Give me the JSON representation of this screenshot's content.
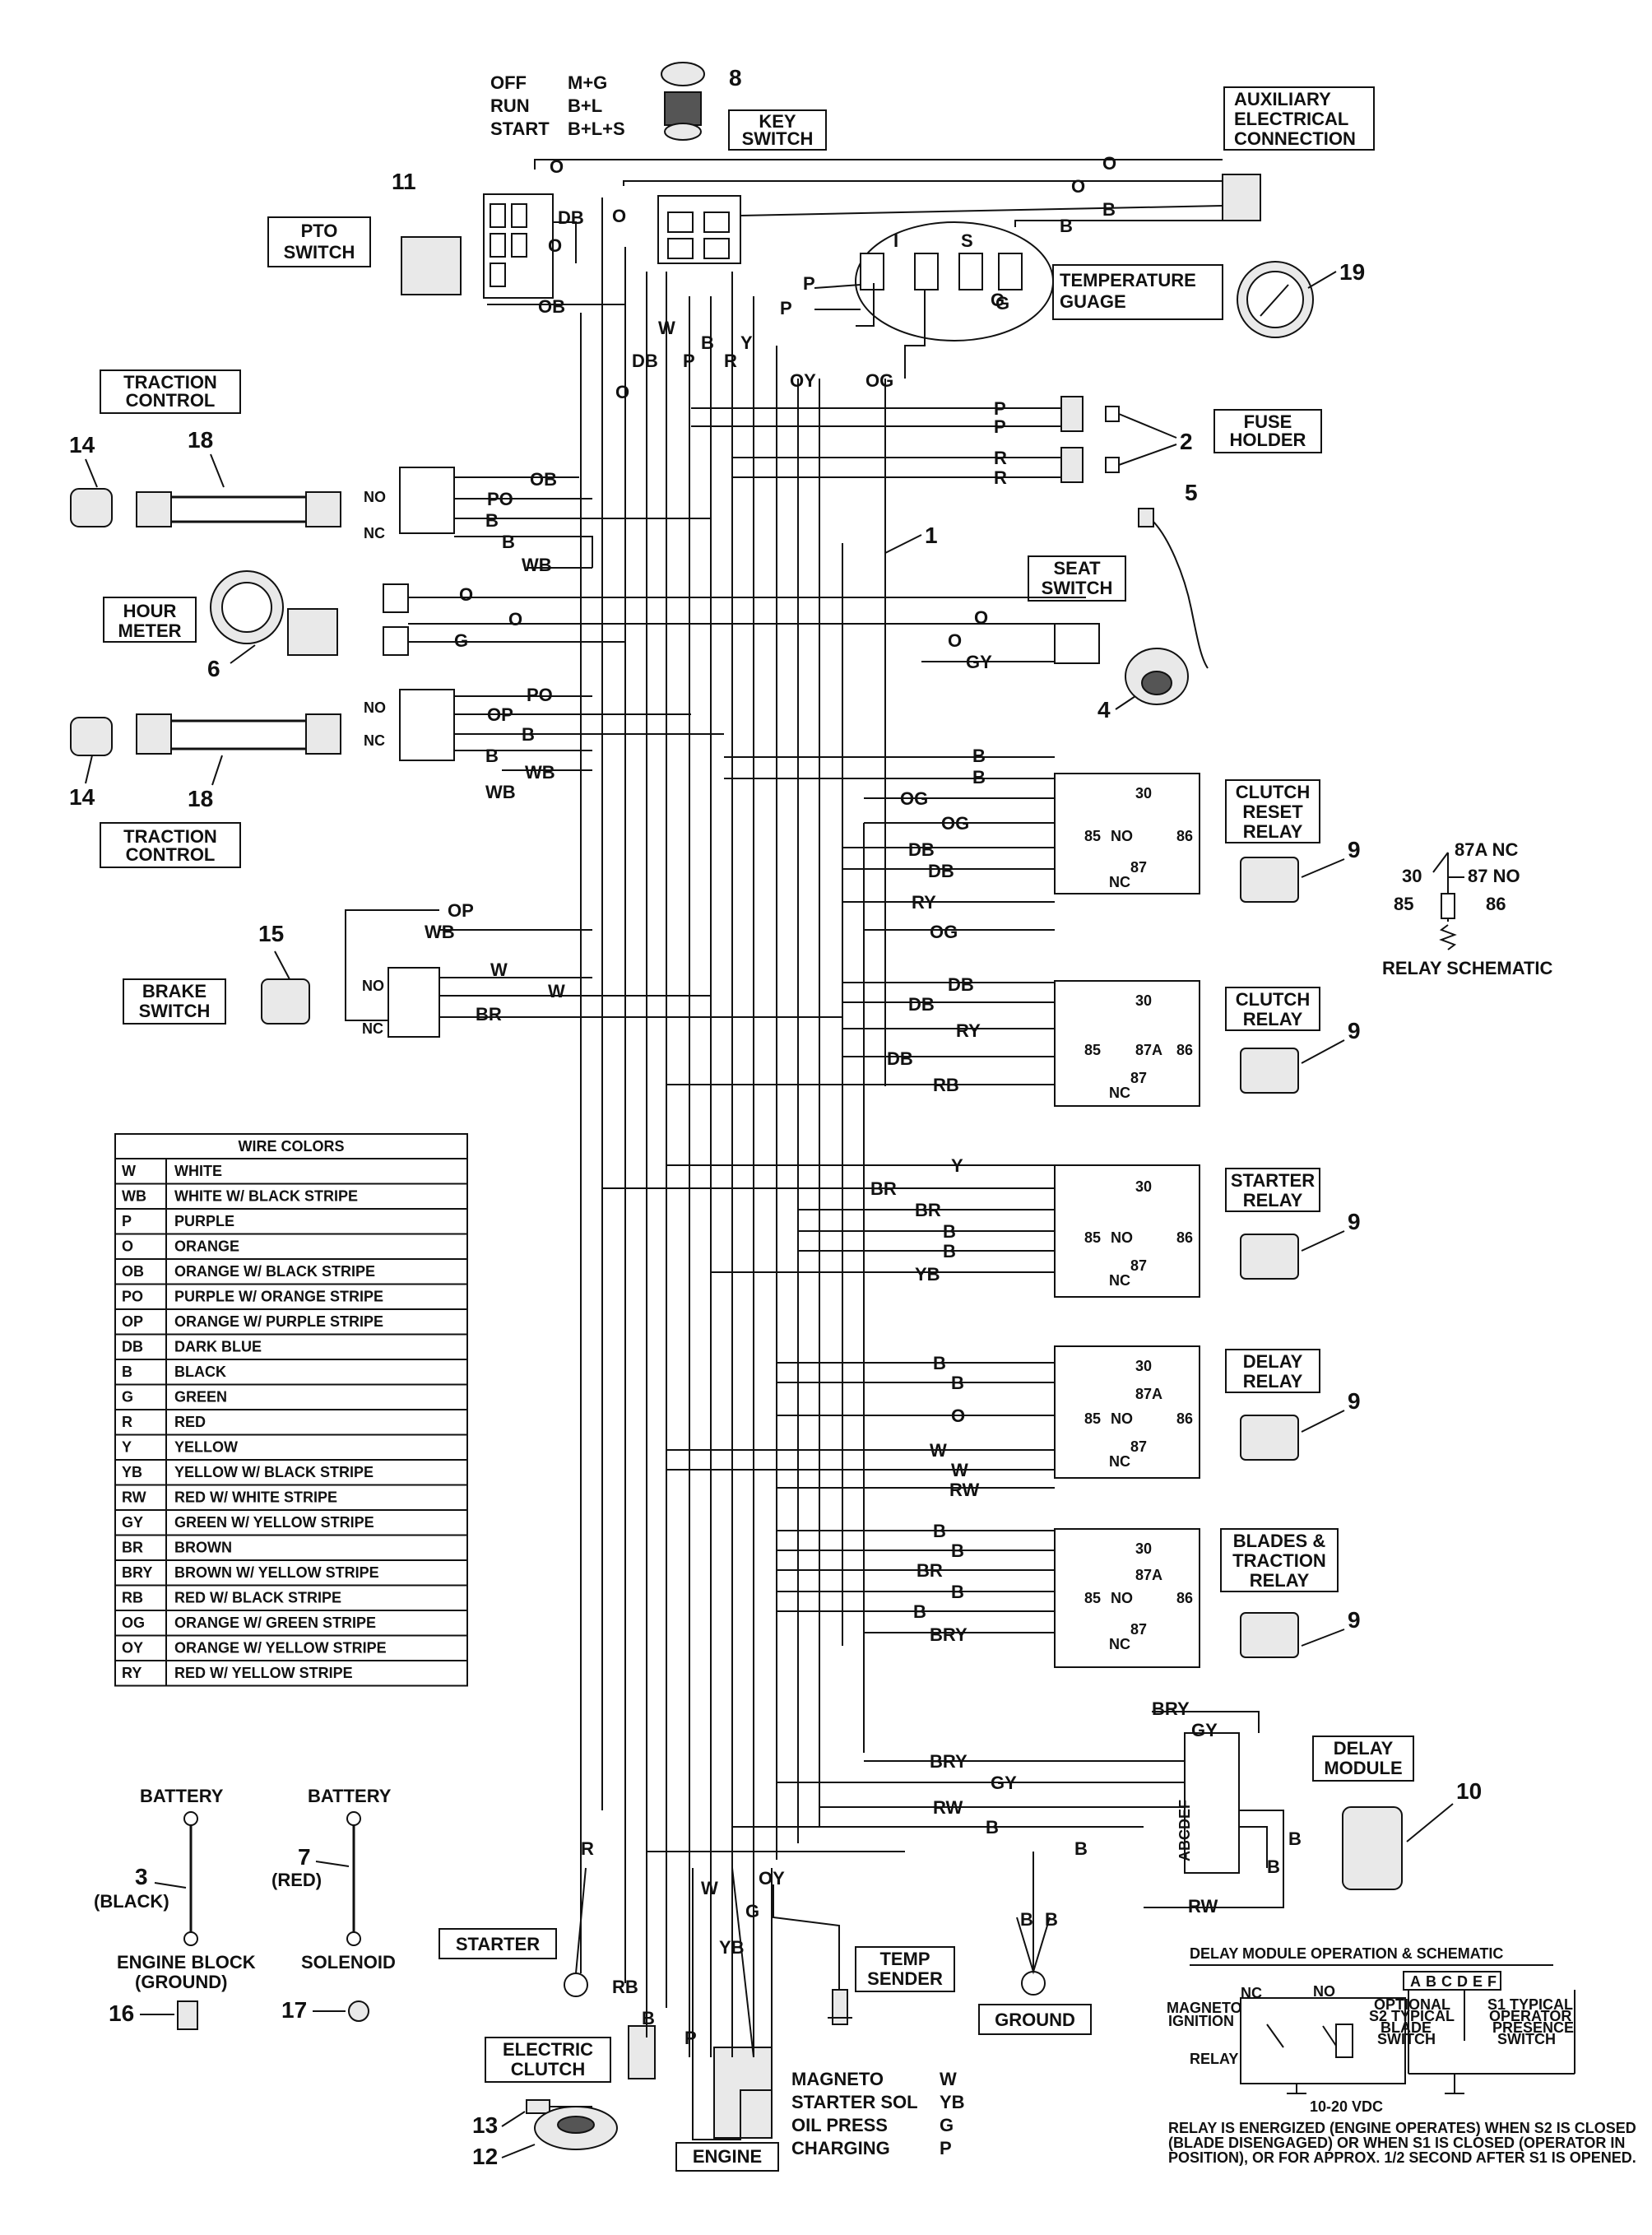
{
  "key_switch": {
    "modes": [
      {
        "mode": "OFF",
        "connection": "M+G"
      },
      {
        "mode": "RUN",
        "connection": "B+L"
      },
      {
        "mode": "START",
        "connection": "B+L+S"
      }
    ],
    "label": [
      "KEY",
      "SWITCH"
    ],
    "number": "8"
  },
  "aux_connection": {
    "label": [
      "AUXILIARY",
      "ELECTRICAL",
      "CONNECTION"
    ]
  },
  "pto_switch": {
    "label": [
      "PTO",
      "SWITCH"
    ],
    "number": "11"
  },
  "temp_gauge": {
    "label": [
      "TEMPERATURE",
      "GUAGE"
    ],
    "number": "19",
    "pins": [
      "I",
      "S",
      "G"
    ]
  },
  "traction_top": {
    "label": [
      "TRACTION",
      "CONTROL"
    ],
    "num_sensor": "14",
    "num_harness": "18"
  },
  "traction_bottom": {
    "label": [
      "TRACTION",
      "CONTROL"
    ],
    "num_sensor": "14",
    "num_harness": "18"
  },
  "fuse_holder": {
    "label": [
      "FUSE",
      "HOLDER"
    ],
    "number": "2"
  },
  "harness_number": "1",
  "seat_switch": {
    "label": [
      "SEAT",
      "SWITCH"
    ],
    "num_switch": "4",
    "num_harness": "5"
  },
  "hour_meter": {
    "label": [
      "HOUR",
      "METER"
    ],
    "number": "6"
  },
  "brake_switch": {
    "label": [
      "BRAKE",
      "SWITCH"
    ],
    "number": "15"
  },
  "relays": [
    {
      "label": [
        "CLUTCH",
        "RESET",
        "RELAY"
      ],
      "number": "9"
    },
    {
      "label": [
        "CLUTCH",
        "RELAY"
      ],
      "number": "9"
    },
    {
      "label": [
        "STARTER",
        "RELAY"
      ],
      "number": "9"
    },
    {
      "label": [
        "DELAY",
        "RELAY"
      ],
      "number": "9"
    },
    {
      "label": [
        "BLADES &",
        "TRACTION",
        "RELAY"
      ],
      "number": "9"
    }
  ],
  "relay_pins": {
    "p30": "30",
    "p85": "85",
    "p86": "86",
    "p87": "87",
    "p87a": "87A",
    "no": "NO",
    "nc": "NC"
  },
  "relay_schematic": {
    "title": "RELAY SCHEMATIC",
    "p87a_nc": "87A  NC",
    "p87_no": "87  NO",
    "p30": "30",
    "p85": "85",
    "p86": "86"
  },
  "delay_module": {
    "label": [
      "DELAY",
      "MODULE"
    ],
    "number": "10",
    "pins": "ABCDEF"
  },
  "wire_colors": {
    "title": "WIRE COLORS",
    "rows": [
      [
        "W",
        "WHITE"
      ],
      [
        "WB",
        "WHITE W/ BLACK STRIPE"
      ],
      [
        "P",
        "PURPLE"
      ],
      [
        "O",
        "ORANGE"
      ],
      [
        "OB",
        "ORANGE W/ BLACK STRIPE"
      ],
      [
        "PO",
        "PURPLE W/ ORANGE STRIPE"
      ],
      [
        "OP",
        "ORANGE W/ PURPLE STRIPE"
      ],
      [
        "DB",
        "DARK BLUE"
      ],
      [
        "B",
        "BLACK"
      ],
      [
        "G",
        "GREEN"
      ],
      [
        "R",
        "RED"
      ],
      [
        "Y",
        "YELLOW"
      ],
      [
        "YB",
        "YELLOW W/ BLACK STRIPE"
      ],
      [
        "RW",
        "RED W/ WHITE STRIPE"
      ],
      [
        "GY",
        "GREEN W/ YELLOW STRIPE"
      ],
      [
        "BR",
        "BROWN"
      ],
      [
        "BRY",
        "BROWN W/ YELLOW STRIPE"
      ],
      [
        "RB",
        "RED W/ BLACK STRIPE"
      ],
      [
        "OG",
        "ORANGE W/ GREEN STRIPE"
      ],
      [
        "OY",
        "ORANGE W/ YELLOW STRIPE"
      ],
      [
        "RY",
        "RED W/ YELLOW STRIPE"
      ]
    ]
  },
  "battery_black": {
    "top": "BATTERY",
    "number": "3",
    "color": "(BLACK)",
    "bottom": [
      "ENGINE BLOCK",
      "(GROUND)"
    ],
    "num_part": "16"
  },
  "battery_red": {
    "top": "BATTERY",
    "number": "7",
    "color": "(RED)",
    "bottom": "SOLENOID",
    "num_part": "17"
  },
  "starter": {
    "label": "STARTER"
  },
  "electric_clutch": {
    "label": [
      "ELECTRIC",
      "CLUTCH"
    ],
    "num_clutch": "12",
    "num_connector": "13"
  },
  "temp_sender": {
    "label": [
      "TEMP",
      "SENDER"
    ]
  },
  "ground": {
    "label": "GROUND"
  },
  "engine": {
    "label": "ENGINE",
    "legend": [
      [
        "MAGNETO",
        "W"
      ],
      [
        "STARTER SOL",
        "YB"
      ],
      [
        "OIL PRESS",
        "G"
      ],
      [
        "CHARGING",
        "P"
      ]
    ]
  },
  "delay_op": {
    "title": "DELAY MODULE OPERATION & SCHEMATIC",
    "pins": "ABCDEF",
    "magneto": [
      "MAGNETO",
      "IGNITION"
    ],
    "relay": "RELAY",
    "nc": "NC",
    "no": "NO",
    "s2": [
      "OPTIONAL",
      "S2 TYPICAL",
      "BLADE",
      "SWITCH"
    ],
    "s1": [
      "S1 TYPICAL",
      "OPERATOR",
      "PRESENCE",
      "SWITCH"
    ],
    "vdc": "10-20 VDC",
    "note": [
      "RELAY IS ENERGIZED (ENGINE OPERATES) WHEN S2 IS CLOSED",
      "(BLADE DISENGAGED) OR WHEN S1 IS CLOSED (OPERATOR IN",
      "POSITION), OR FOR APPROX. 1/2 SECOND AFTER S1 IS OPENED."
    ]
  },
  "wire_labels": {
    "o": "O",
    "ob": "OB",
    "db": "DB",
    "p": "P",
    "b": "B",
    "w": "W",
    "r": "R",
    "y": "Y",
    "g": "G",
    "oy": "OY",
    "og": "OG",
    "po": "PO",
    "wb": "WB",
    "op": "OP",
    "gy": "GY",
    "br": "BR",
    "ry": "RY",
    "rb": "RB",
    "yb": "YB",
    "rw": "RW",
    "bry": "BRY"
  }
}
